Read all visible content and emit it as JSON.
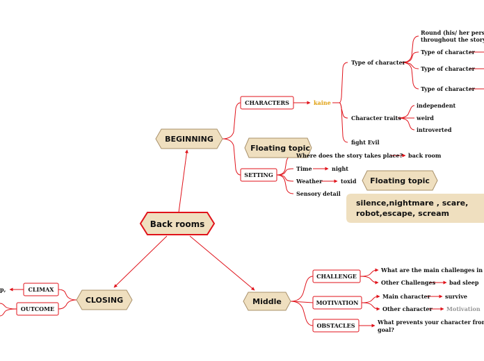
{
  "colors": {
    "connector": "#e0121a",
    "hexagon_fill": "#efdfbf",
    "hexagon_border": "#a8906a",
    "highlight_text": "#e0a010",
    "muted_text": "#999999",
    "text": "#111111"
  },
  "central": {
    "label": "Back rooms"
  },
  "branches": {
    "beginning": {
      "label": "BEGINNING"
    },
    "middle": {
      "label": "Middle"
    },
    "closing": {
      "label": "CLOSING"
    }
  },
  "floating": {
    "topic1": "Floating topic",
    "topic2": "Floating topic",
    "note_line1": "silence,nightmare , scare,",
    "note_line2": "robot,escape, scream"
  },
  "characters": {
    "label": "CHARACTERS",
    "name": "kaine",
    "type_of_character": "Type of character",
    "round_line1": "Round (his/ her persona",
    "round_line2": "throughout the story)",
    "type_a": "Type of character",
    "type_b": "Type of character",
    "type_c": "Type of character",
    "traits": "Character traits",
    "trait_1": "independent",
    "trait_2": "weird",
    "trait_3": "introverted",
    "goal": "fight Evil"
  },
  "setting": {
    "label": "SETTING",
    "where_q": "Where does the story takes place?",
    "where_a": "back room",
    "time_q": "Time",
    "time_a": "night",
    "weather_q": "Weather",
    "weather_a": "toxid",
    "sensory": "Sensory detail"
  },
  "middle": {
    "challenge": "CHALLENGE",
    "challenge_q": "What are the main challenges in your s",
    "other_challenges": "Other Challenges",
    "other_challenges_a": "bad sleep",
    "motivation": "MOTIVATION",
    "main_character": "Main character",
    "main_character_a": "survive",
    "other_character": "Other character",
    "other_character_a": "Motivation",
    "obstacles": "OBSTACLES",
    "obstacles_q_line1": "What prevents your character from acc",
    "obstacles_q_line2": "goal?"
  },
  "closing": {
    "climax": "CLIMAX",
    "climax_partial": "p,",
    "outcome": "OUTCOME"
  }
}
